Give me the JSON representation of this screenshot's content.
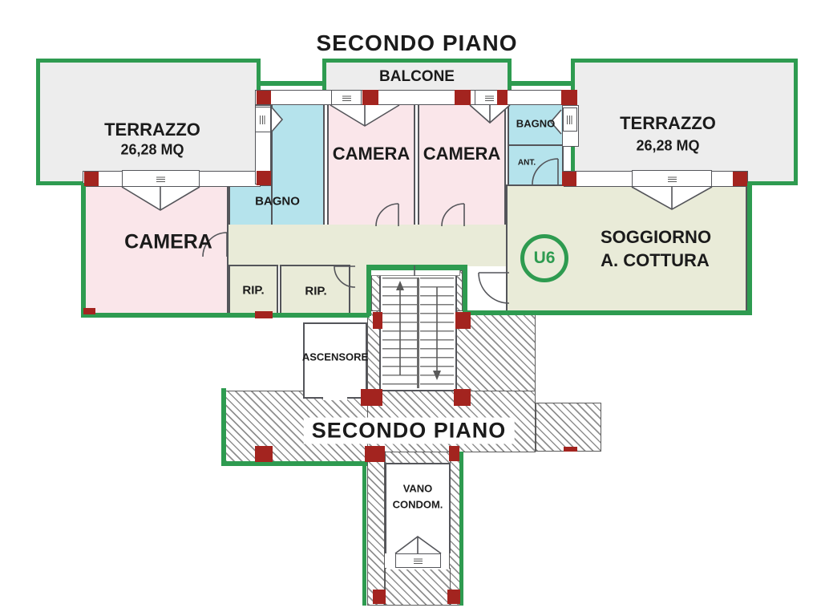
{
  "title": "SECONDO PIANO",
  "colors": {
    "green": "#2e9b50",
    "red": "#a3241f",
    "wall": "#54555a",
    "pink": "#fae6ea",
    "cyan": "#b5e3ec",
    "beige": "#e9ebd8",
    "gray": "#ededed"
  },
  "apartment": {
    "terrazzo_left": {
      "name": "TERRAZZO",
      "area": "26,28 MQ"
    },
    "balcone": {
      "name": "BALCONE"
    },
    "terrazzo_right": {
      "name": "TERRAZZO",
      "area": "26,28 MQ"
    },
    "camera_left": {
      "name": "CAMERA"
    },
    "camera_1": {
      "name": "CAMERA"
    },
    "camera_2": {
      "name": "CAMERA"
    },
    "bagno_left": {
      "name": "BAGNO"
    },
    "bagno_right": {
      "name": "BAGNO"
    },
    "anticamera": {
      "name": "ANT."
    },
    "soggiorno": {
      "line1": "SOGGIORNO",
      "line2": "A. COTTURA"
    },
    "unit_badge": "U6",
    "rip_1": {
      "name": "RIP."
    },
    "rip_2": {
      "name": "RIP."
    }
  },
  "common_area": {
    "ascensore": {
      "name": "ASCENSORE"
    },
    "floor_label": "SECONDO PIANO",
    "vano_condominiale": {
      "line1": "VANO",
      "line2": "CONDOM."
    }
  }
}
